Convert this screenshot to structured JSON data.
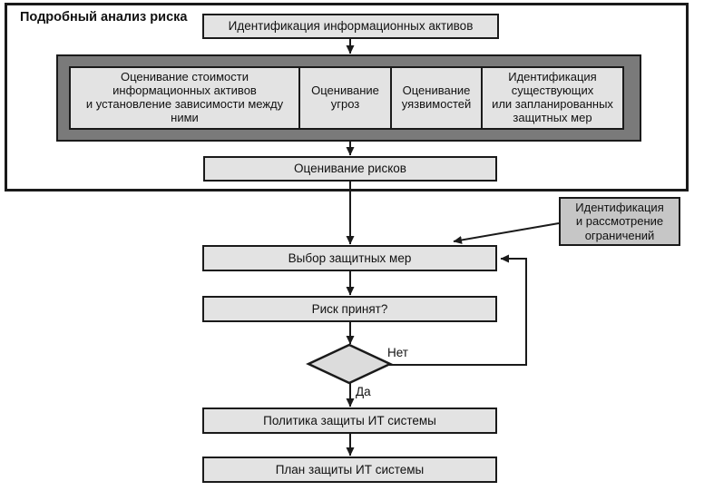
{
  "frame": {
    "title": "Подробный анализ риска"
  },
  "nodes": {
    "identify_assets": "Идентификация информационных активов",
    "assess_value": "Оценивание стоимости\nинформационных активов\nи установление зависимости между\nними",
    "assess_threats": "Оценивание\nугроз",
    "assess_vulns": "Оценивание\nуязвимостей",
    "identify_safeguards": "Идентификация\nсуществующих\nили запланированных\nзащитных мер",
    "assess_risks": "Оценивание рисков",
    "constraints": "Идентификация\nи рассмотрение\nограничений",
    "select_safeguards": "Выбор защитных мер",
    "risk_accepted": "Риск принят?",
    "policy": "Политика защиты ИТ системы",
    "plan": "План защиты ИТ системы"
  },
  "decision": {
    "no": "Нет",
    "yes": "Да"
  },
  "colors": {
    "box_fill": "#e3e3e3",
    "group_frame": "#7a7a7a",
    "constraints_fill": "#c6c6c6",
    "diamond_fill": "#dcdcdc",
    "line": "#1a1a1a",
    "background": "#ffffff"
  }
}
